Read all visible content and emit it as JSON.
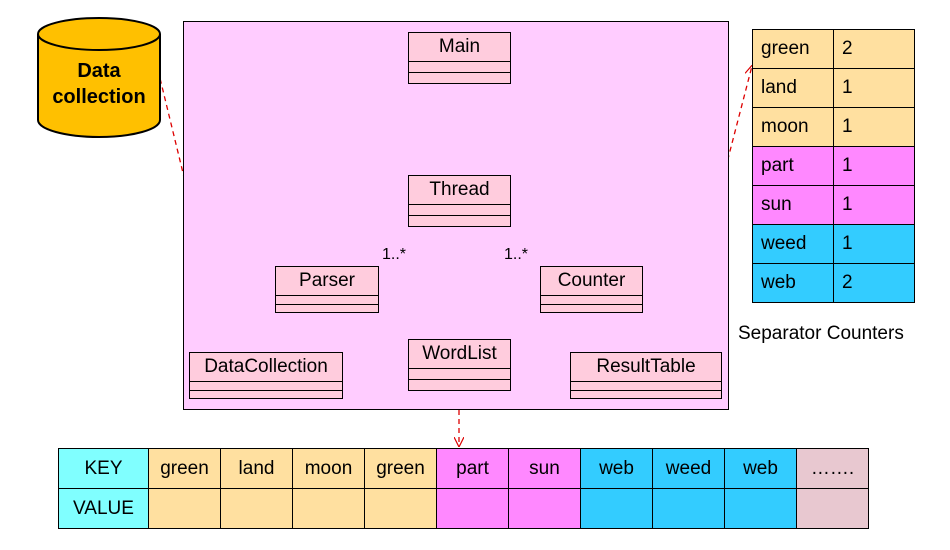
{
  "datastore": {
    "label_line1": "Data",
    "label_line2": "collection"
  },
  "classes": {
    "main": "Main",
    "thread": "Thread",
    "parser": "Parser",
    "counter": "Counter",
    "data_collection": "DataCollection",
    "word_list": "WordList",
    "result_table": "ResultTable"
  },
  "multiplicities": {
    "parser_thread": "1..*",
    "counter_thread": "1..*"
  },
  "separator_counters": {
    "caption": "Separator Counters",
    "rows": [
      {
        "word": "green",
        "count": "2",
        "color": "#ffe0a0"
      },
      {
        "word": "land",
        "count": "1",
        "color": "#ffe0a0"
      },
      {
        "word": "moon",
        "count": "1",
        "color": "#ffe0a0"
      },
      {
        "word": "part",
        "count": "1",
        "color": "#ff88ff"
      },
      {
        "word": "sun",
        "count": "1",
        "color": "#ff88ff"
      },
      {
        "word": "weed",
        "count": "1",
        "color": "#33ccff"
      },
      {
        "word": "web",
        "count": "2",
        "color": "#33ccff"
      }
    ]
  },
  "key_value_table": {
    "key_label": "KEY",
    "value_label": "VALUE",
    "header_color": "#80ffff",
    "keys": [
      {
        "text": "green",
        "color": "#ffe0a0"
      },
      {
        "text": "land",
        "color": "#ffe0a0"
      },
      {
        "text": "moon",
        "color": "#ffe0a0"
      },
      {
        "text": "green",
        "color": "#ffe0a0"
      },
      {
        "text": "part",
        "color": "#ff88ff"
      },
      {
        "text": "sun",
        "color": "#ff88ff"
      },
      {
        "text": "web",
        "color": "#33ccff"
      },
      {
        "text": "weed",
        "color": "#33ccff"
      },
      {
        "text": "web",
        "color": "#33ccff"
      },
      {
        "text": "…….",
        "color": "#e8c8d0"
      }
    ]
  },
  "colors": {
    "panel": "#ffccff",
    "class_fill": "#ffccdd",
    "datastore_fill": "#ffc000",
    "dependency_arrow": "#dd0000"
  }
}
